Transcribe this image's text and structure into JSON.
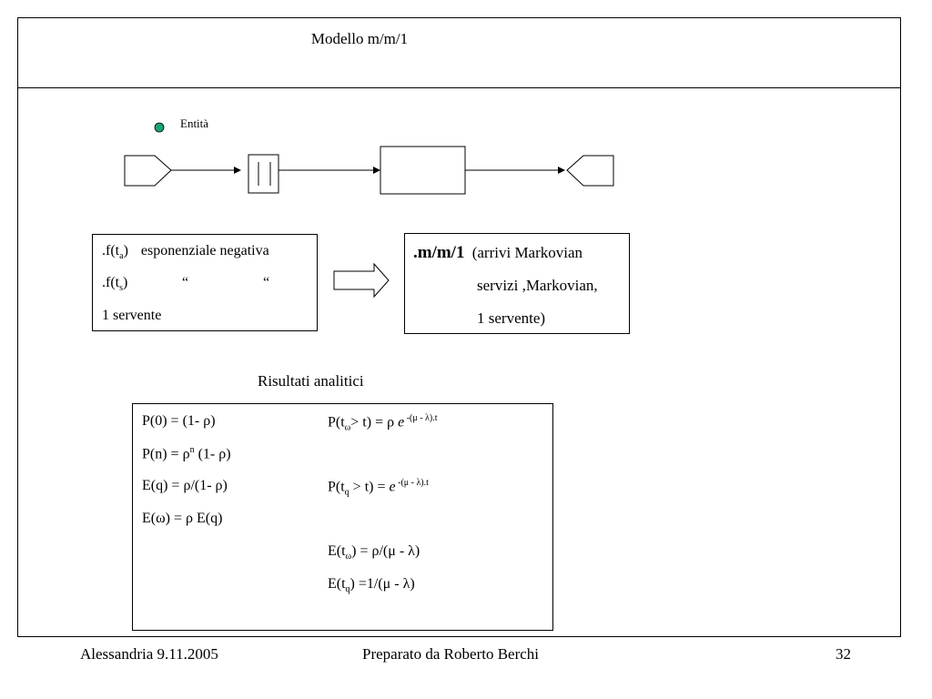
{
  "slide": {
    "title": "Modello m/m/1",
    "entity_label": "Entità"
  },
  "left_box": {
    "line1_prefix": ".f(t",
    "line1_sub": "a",
    "line1_suffix": ")",
    "line1_text": "esponenziale negativa",
    "line2_prefix": ".f(t",
    "line2_sub": "s",
    "line2_suffix": ")",
    "line2_quote1": "“",
    "line2_quote2": "“",
    "line3": "1 servente"
  },
  "right_box": {
    "model": ".m/m/1",
    "line1": "(arrivi Markovian",
    "line2": "servizi ,Markovian,",
    "line3": "1 servente)"
  },
  "results": {
    "heading": "Risultati analitici",
    "left_formulas": [
      {
        "pre": "P(0) = (1- ρ)"
      },
      {
        "pre": "P(n) = ρ",
        "sup": "n",
        "post": " (1- ρ)"
      },
      {
        "pre": "E(q) = ρ/(1- ρ)"
      },
      {
        "pre": "E(ω) = ρ E(q)"
      }
    ],
    "right_formulas": [
      {
        "pre": "P(t",
        "sub": "ω",
        "mid": "> t) =  ρ ",
        "e": "e",
        "sup": " -(μ - λ).t"
      },
      {
        "pre": "P(t",
        "sub": "q",
        "mid": " > t) = ",
        "e": "e",
        "sup": " -(μ - λ).t"
      },
      {
        "pre": "E(t",
        "sub": "ω",
        "post": ") = ρ/(μ - λ)"
      },
      {
        "pre": "E(t",
        "sub": "q",
        "post": ") =1/(μ - λ)"
      }
    ]
  },
  "footer": {
    "left": "Alessandria 9.11.2005",
    "center": "Preparato da Roberto Berchi",
    "right": "32"
  },
  "colors": {
    "entity_dot": "#1aa37a"
  }
}
